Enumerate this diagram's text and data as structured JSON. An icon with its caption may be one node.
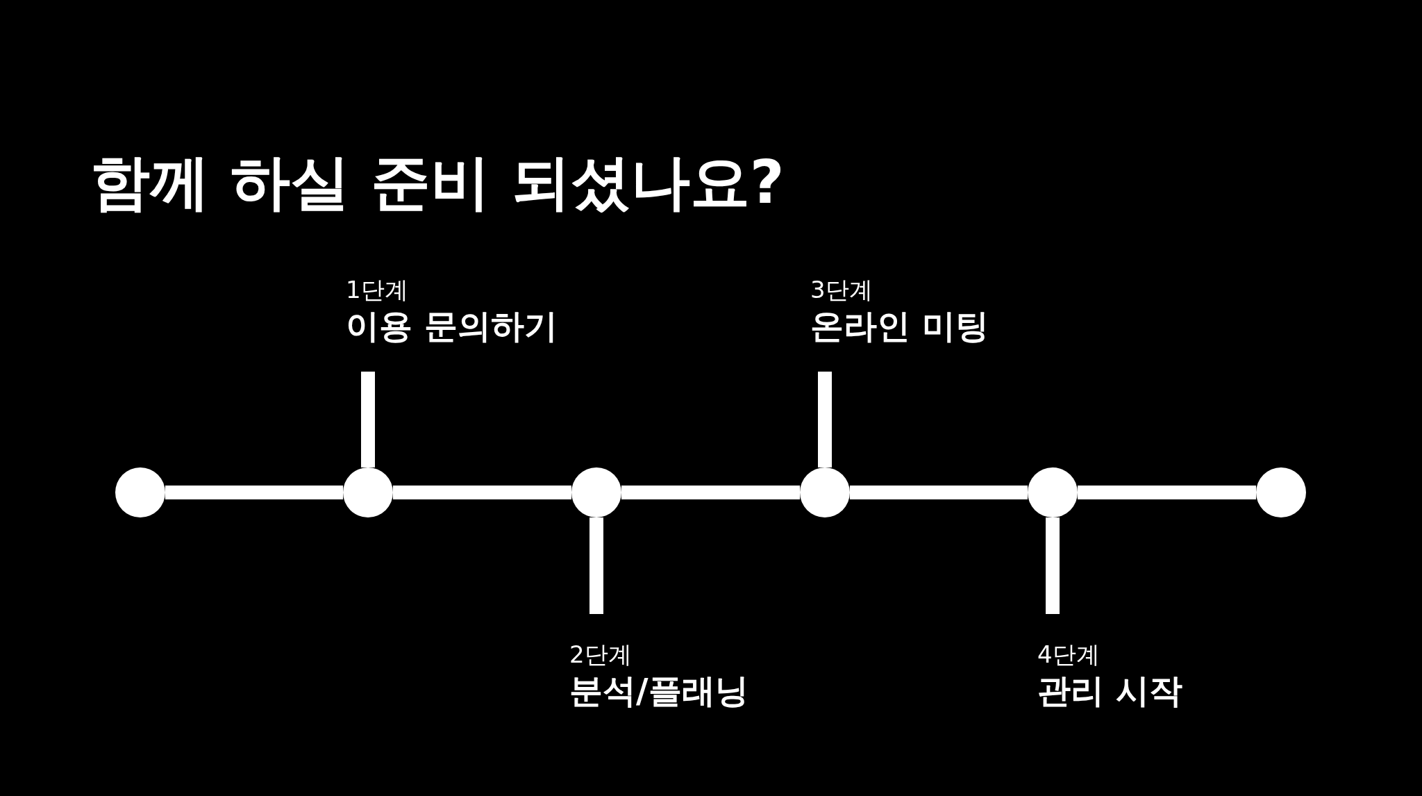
{
  "diagram": {
    "title": "함께 하실 준비 되셨나요?",
    "nodes": [
      {
        "text": [],
        "shape": "circle"
      },
      {
        "text": [],
        "shape": "circle"
      },
      {
        "text": [],
        "shape": "circle"
      },
      {
        "text": [],
        "shape": "circle"
      },
      {
        "text": [],
        "shape": "circle"
      },
      {
        "text": [],
        "shape": "circle"
      },
      {
        "text": [
          "1단계",
          "이용 문의하기"
        ]
      },
      {
        "text": [
          "2단계",
          "분석/플래닝"
        ]
      },
      {
        "text": [
          "3단계",
          "온라인 미팅"
        ]
      },
      {
        "text": [
          "4단계",
          "관리 시작"
        ]
      }
    ],
    "edges": [
      {
        "from": 0,
        "to": 1,
        "arrow": "none"
      },
      {
        "from": 1,
        "to": 2,
        "arrow": "none"
      },
      {
        "from": 2,
        "to": 3,
        "arrow": "none"
      },
      {
        "from": 3,
        "to": 4,
        "arrow": "none"
      },
      {
        "from": 4,
        "to": 5,
        "arrow": "none"
      },
      {
        "from": 1,
        "to": 6,
        "arrow": "none"
      },
      {
        "from": 2,
        "to": 7,
        "arrow": "none"
      },
      {
        "from": 3,
        "to": 8,
        "arrow": "none"
      },
      {
        "from": 4,
        "to": 9,
        "arrow": "none"
      }
    ]
  }
}
